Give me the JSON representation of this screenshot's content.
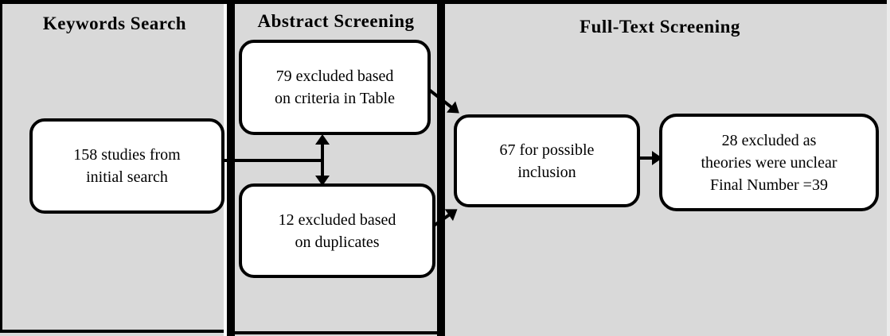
{
  "diagram": {
    "type": "flowchart",
    "description": "Literature screening flow diagram with three phases",
    "headers": {
      "keywords": "Keywords Search",
      "abstract": "Abstract Screening",
      "fulltext": "Full-Text Screening"
    },
    "boxes": {
      "initial": {
        "line1": "158 studies from",
        "line2": "initial search"
      },
      "excluded_criteria": {
        "line1": "79 excluded based",
        "line2": "on criteria in Table"
      },
      "excluded_duplicates": {
        "line1": "12 excluded based",
        "line2": "on duplicates"
      },
      "possible_inclusion": {
        "line1": "67 for possible",
        "line2": "inclusion"
      },
      "final": {
        "line1": "28 excluded as",
        "line2": "theories were unclear",
        "line3": "Final Number =39"
      }
    },
    "flows": [
      "initial -> excluded_criteria",
      "initial -> excluded_duplicates",
      "excluded_criteria -> possible_inclusion",
      "excluded_duplicates -> possible_inclusion",
      "possible_inclusion -> final"
    ],
    "colors": {
      "background": "#d9d9d9",
      "box_fill": "#ffffff",
      "line": "#000000",
      "outer_background": "#ececec"
    }
  }
}
